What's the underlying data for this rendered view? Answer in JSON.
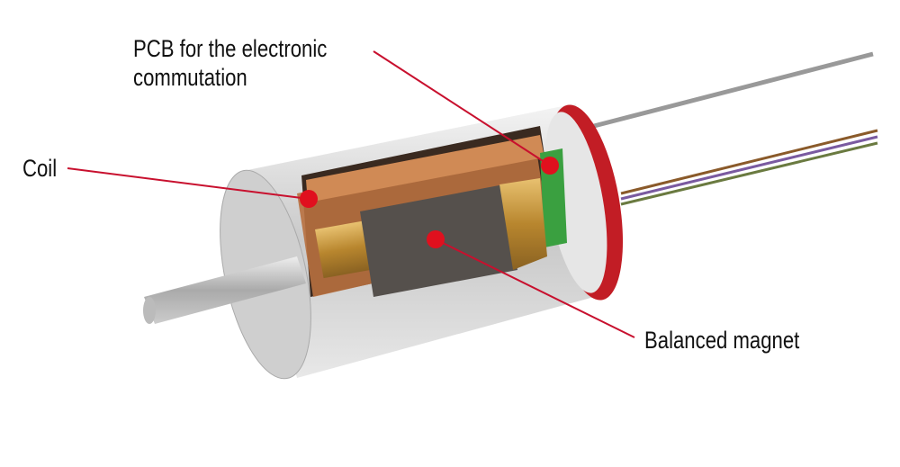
{
  "labels": {
    "pcb_line1": "PCB for the electronic",
    "pcb_line2": "commutation",
    "coil": "Coil",
    "magnet": "Balanced magnet"
  },
  "colors": {
    "callout": "#c8102e",
    "end_cap": "#c21d25",
    "copper": "#b8703f",
    "magnet": "#55504c",
    "housing": "#d8d8d8"
  }
}
